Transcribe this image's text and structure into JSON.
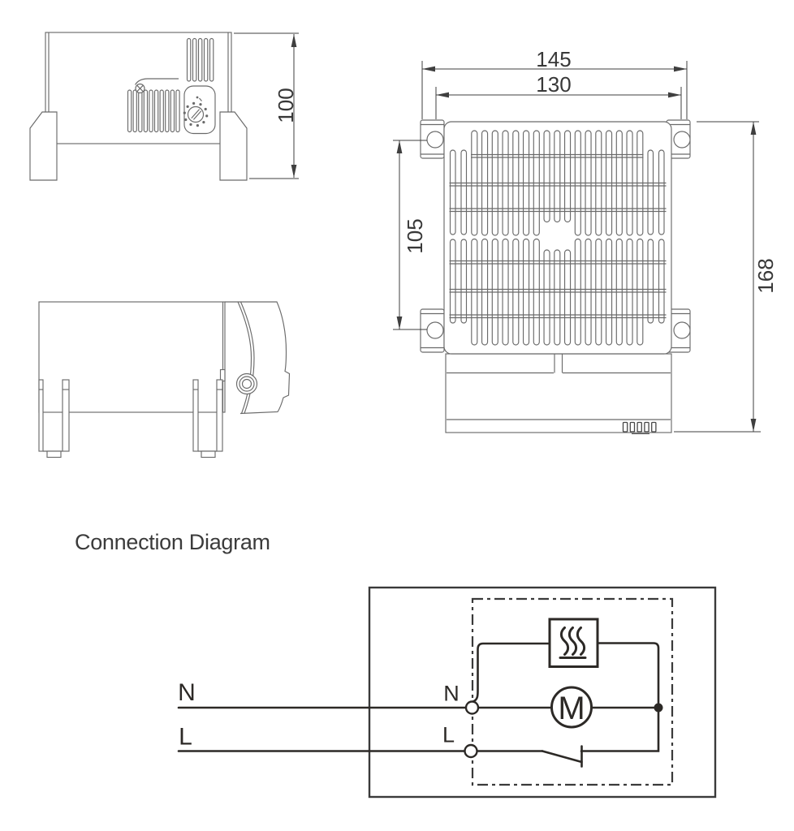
{
  "heading": {
    "connection": "Connection Diagram"
  },
  "dimensions": {
    "front_height": "100",
    "overall_width": "145",
    "mounting_width": "130",
    "mounting_height": "105",
    "overall_height": "168"
  },
  "circuit": {
    "supply_neutral": "N",
    "supply_line": "L",
    "terminal_neutral": "N",
    "terminal_line": "L",
    "motor": "M"
  },
  "icons": {
    "heater": "heating-element-icon",
    "motor": "motor-icon",
    "switch": "thermostat-switch-icon",
    "screw": "screw-icon",
    "dial": "thermostat-dial-icon"
  },
  "colors": {
    "background": "#ffffff",
    "drawing_line": "#6a6a6a",
    "dimension_line": "#3f3f3f",
    "circuit_line": "#2c2926"
  }
}
